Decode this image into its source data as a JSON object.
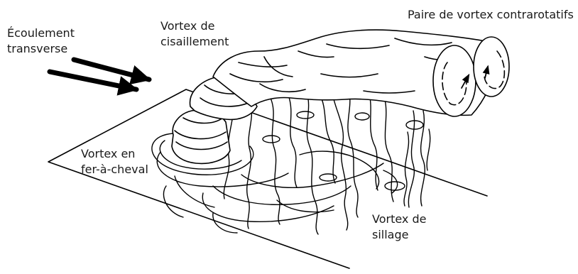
{
  "labels": {
    "crossflow_line1": "Écoulement",
    "crossflow_line2": "transverse",
    "shear_line1": "Vortex de",
    "shear_line2": "cisaillement",
    "counter_rotating": "Paire de vortex contrarotatifs",
    "horseshoe_line1": "Vortex en",
    "horseshoe_line2": "fer-à-cheval",
    "wake_line1": "Vortex de",
    "wake_line2": "sillage"
  },
  "colors": {
    "ink": "#000000",
    "background": "#ffffff"
  }
}
